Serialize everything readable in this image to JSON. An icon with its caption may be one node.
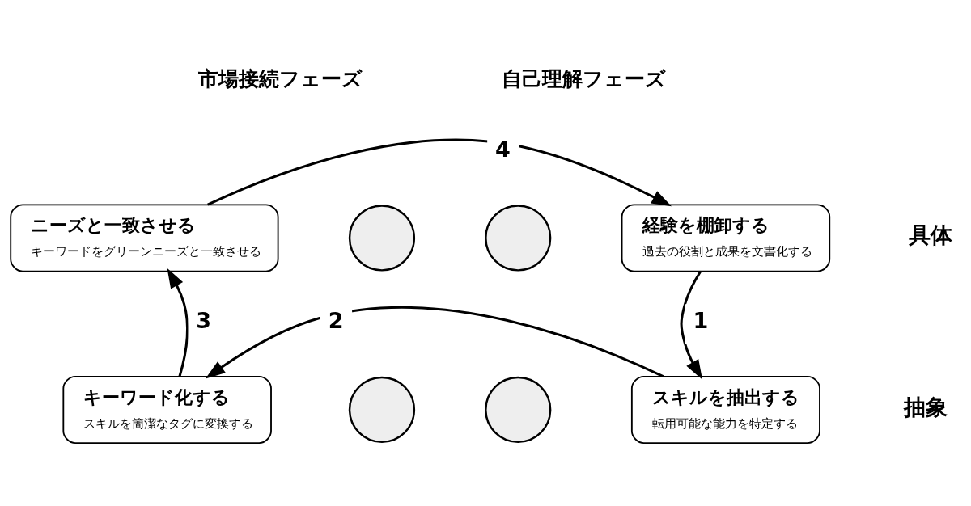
{
  "diagram": {
    "nodes": [
      {
        "text": [
          "経験を棚卸する",
          "過去の役割と成果を文書化する"
        ]
      },
      {
        "text": [
          "スキルを抽出する",
          "転用可能な能力を特定する"
        ]
      },
      {
        "text": [
          "キーワード化する",
          "スキルを簡潔なタグに変換する"
        ]
      },
      {
        "text": [
          "ニーズと一致させる",
          "キーワードをグリーンニーズと一致させる"
        ]
      },
      {
        "text": [],
        "shape": "circle"
      },
      {
        "text": [],
        "shape": "circle"
      },
      {
        "text": [],
        "shape": "circle"
      },
      {
        "text": [],
        "shape": "circle"
      }
    ],
    "edges": [
      {
        "from": 0,
        "to": 1,
        "arrow": "to",
        "label": "1"
      },
      {
        "from": 1,
        "to": 2,
        "arrow": "to",
        "label": "2"
      },
      {
        "from": 2,
        "to": 3,
        "arrow": "to",
        "label": "3"
      },
      {
        "from": 3,
        "to": 0,
        "arrow": "to",
        "label": "4"
      }
    ],
    "labels": [
      "市場接続フェーズ",
      "自己理解フェーズ",
      "具体",
      "抽象"
    ]
  }
}
